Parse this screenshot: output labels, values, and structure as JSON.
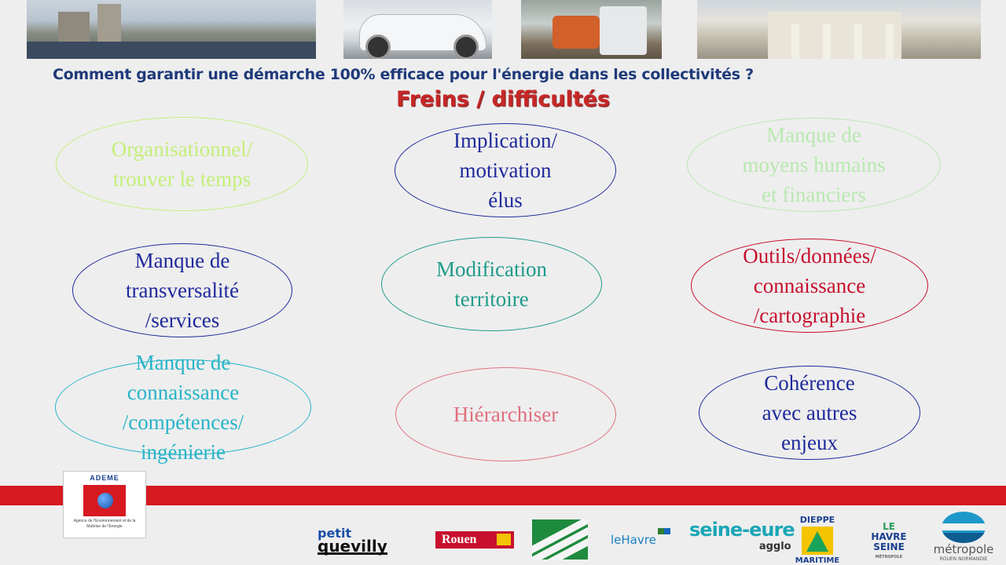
{
  "subtitle": "Comment garantir une démarche 100% efficace pour l'énergie dans les collectivités ?",
  "title": "Freins / difficultés",
  "items": [
    {
      "text": "Organisationnel/\ntrouver le temps",
      "color": "#c4ef7a"
    },
    {
      "text": "Implication/\nmotivation\nélus",
      "color": "#1f2a9c"
    },
    {
      "text": "Manque de\nmoyens humains\net financiers",
      "color": "#b8e9b0"
    },
    {
      "text": "Manque de\ntransversalité\n/services",
      "color": "#1f2a9c"
    },
    {
      "text": "Modification\nterritoire",
      "color": "#1f9b8a"
    },
    {
      "text": "Outils/données/\nconnaissance\n/cartographie",
      "color": "#c6102e"
    },
    {
      "text": "Manque de\nconnaissance\n/compétences/\ningénierie",
      "color": "#27b4c9"
    },
    {
      "text": "Hiérarchiser",
      "color": "#e0707e"
    },
    {
      "text": "Cohérence\navec autres\nenjeux",
      "color": "#1f2a9c"
    }
  ],
  "logos": {
    "ademe": "ADEME",
    "ademe_caption": "Agence de l'Environnement et de la Maîtrise de l'Energie",
    "petit_quevilly_1": "petit",
    "petit_quevilly_2": "quevilly",
    "rouen": "Rouen",
    "le_havre": "leHavre",
    "seine_eure_1": "seine-eure",
    "seine_eure_2": "agglo",
    "dieppe_1": "DIEPPE",
    "dieppe_2": "MARITIME",
    "lhs_1": "LE",
    "lhs_2": "HAVRE",
    "lhs_3": "SEINE",
    "lhs_4": "MÉTROPOLE",
    "metropole_1": "métropole",
    "metropole_2": "ROUEN NORMANDIE"
  },
  "colors": {
    "accent_red": "#d71920",
    "title_red": "#c62828",
    "subtitle_blue": "#1f3a7a"
  }
}
